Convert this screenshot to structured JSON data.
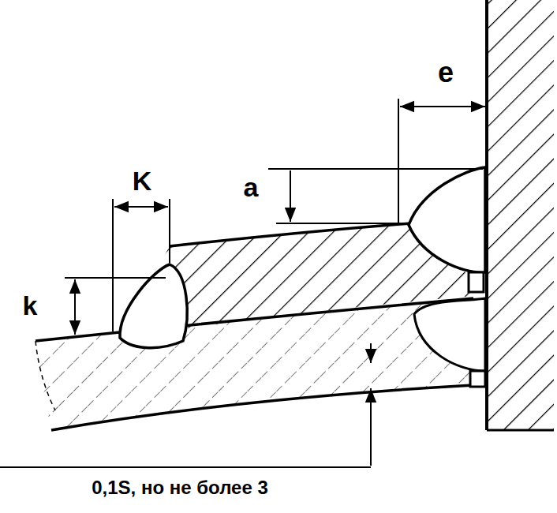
{
  "diagram": {
    "labels": [
      "K",
      "k",
      "a",
      "e",
      "0,1S, но не более 3"
    ]
  }
}
